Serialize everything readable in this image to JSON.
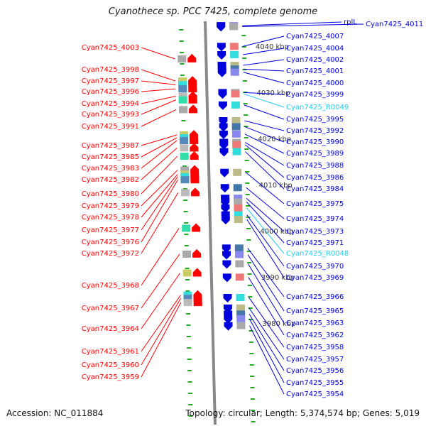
{
  "title": "Cyanothece sp. PCC 7425, complete genome",
  "footer": {
    "accession": "Accession: NC_011884",
    "summary": "Topology: circular; Length: 5,374,574 bp; Genes: 5,019"
  },
  "colors": {
    "forward": "#ff0000",
    "reverse": "#0000dd",
    "rna_label": "#22ccee",
    "tick": "#22aa22",
    "backbone": "#888888"
  },
  "scale_labels": [
    {
      "text": "4040 kbp",
      "kbp": 4040
    },
    {
      "text": "4030 kbp",
      "kbp": 4030
    },
    {
      "text": "4020 kbp",
      "kbp": 4020
    },
    {
      "text": "4010 kbp",
      "kbp": 4010
    },
    {
      "text": "4000 kbp",
      "kbp": 4000
    },
    {
      "text": "3990 kbp",
      "kbp": 3990
    },
    {
      "text": "3980 kbp",
      "kbp": 3980
    }
  ],
  "forward_genes": [
    {
      "label": "Cyan7425_4003",
      "kbp": 4037.4
    },
    {
      "label": "Cyan7425_3998",
      "kbp": 4032.6
    },
    {
      "label": "Cyan7425_3997",
      "kbp": 4031.8
    },
    {
      "label": "Cyan7425_3996",
      "kbp": 4030.9
    },
    {
      "label": "Cyan7425_3994",
      "kbp": 4029.3
    },
    {
      "label": "Cyan7425_3993",
      "kbp": 4028.5
    },
    {
      "label": "Cyan7425_3991",
      "kbp": 4026.4
    },
    {
      "label": "Cyan7425_3987",
      "kbp": 4020.9
    },
    {
      "label": "Cyan7425_3985",
      "kbp": 4020.3
    },
    {
      "label": "Cyan7425_3983",
      "kbp": 4019.7
    },
    {
      "label": "Cyan7425_3982",
      "kbp": 4018.1
    },
    {
      "label": "Cyan7425_3980",
      "kbp": 4016.3
    },
    {
      "label": "Cyan7425_3979",
      "kbp": 4013.3
    },
    {
      "label": "Cyan7425_3978",
      "kbp": 4012.4
    },
    {
      "label": "Cyan7425_3977",
      "kbp": 4011.9
    },
    {
      "label": "Cyan7425_3976",
      "kbp": 4011.2
    },
    {
      "label": "Cyan7425_3972",
      "kbp": 4008.4
    },
    {
      "label": "Cyan7425_3968",
      "kbp": 4000.7
    },
    {
      "label": "Cyan7425_3967",
      "kbp": 3995.1
    },
    {
      "label": "Cyan7425_3964",
      "kbp": 3991.0
    },
    {
      "label": "Cyan7425_3961",
      "kbp": 3986.2
    },
    {
      "label": "Cyan7425_3960",
      "kbp": 3985.5
    },
    {
      "label": "Cyan7425_3959",
      "kbp": 3984.6
    }
  ],
  "reverse_genes": [
    {
      "label": "rplL",
      "kbp": 4044.6
    },
    {
      "label": "Cyan7425_4011",
      "kbp": 4044.4
    },
    {
      "label": "Cyan7425_4007",
      "kbp": 4040.1
    },
    {
      "label": "Cyan7425_4004",
      "kbp": 4038.3
    },
    {
      "label": "Cyan7425_4002",
      "kbp": 4036.0
    },
    {
      "label": "Cyan7425_4001",
      "kbp": 4035.2
    },
    {
      "label": "Cyan7425_4000",
      "kbp": 4034.5
    },
    {
      "label": "Cyan7425_3999",
      "kbp": 4030.1
    },
    {
      "label": "Cyan7425_R0049",
      "kbp": 4029.8,
      "rna": true
    },
    {
      "label": "Cyan7425_3995",
      "kbp": 4027.4
    },
    {
      "label": "Cyan7425_3992",
      "kbp": 4024.0
    },
    {
      "label": "Cyan7425_3990",
      "kbp": 4022.7
    },
    {
      "label": "Cyan7425_3989",
      "kbp": 4021.1
    },
    {
      "label": "Cyan7425_3988",
      "kbp": 4019.3
    },
    {
      "label": "Cyan7425_3986",
      "kbp": 4018.8
    },
    {
      "label": "Cyan7425_3984",
      "kbp": 4017.3
    },
    {
      "label": "Cyan7425_3975",
      "kbp": 4012.8
    },
    {
      "label": "Cyan7425_3974",
      "kbp": 4009.5
    },
    {
      "label": "Cyan7425_3973",
      "kbp": 4007.2
    },
    {
      "label": "Cyan7425_3971",
      "kbp": 4006.4
    },
    {
      "label": "Cyan7425_R0048",
      "kbp": 4005.1,
      "rna": true
    },
    {
      "label": "Cyan7425_3970",
      "kbp": 4003.6
    },
    {
      "label": "Cyan7425_3969",
      "kbp": 4002.6
    },
    {
      "label": "Cyan7425_3966",
      "kbp": 3996.4
    },
    {
      "label": "Cyan7425_3965",
      "kbp": 3995.0
    },
    {
      "label": "Cyan7425_3963",
      "kbp": 3993.0
    },
    {
      "label": "Cyan7425_3962",
      "kbp": 3990.1
    },
    {
      "label": "Cyan7425_3958",
      "kbp": 3985.7
    },
    {
      "label": "Cyan7425_3957",
      "kbp": 3983.4
    },
    {
      "label": "Cyan7425_3956",
      "kbp": 3982.1
    },
    {
      "label": "Cyan7425_3955",
      "kbp": 3981.1
    },
    {
      "label": "Cyan7425_3954",
      "kbp": 3979.6
    }
  ]
}
